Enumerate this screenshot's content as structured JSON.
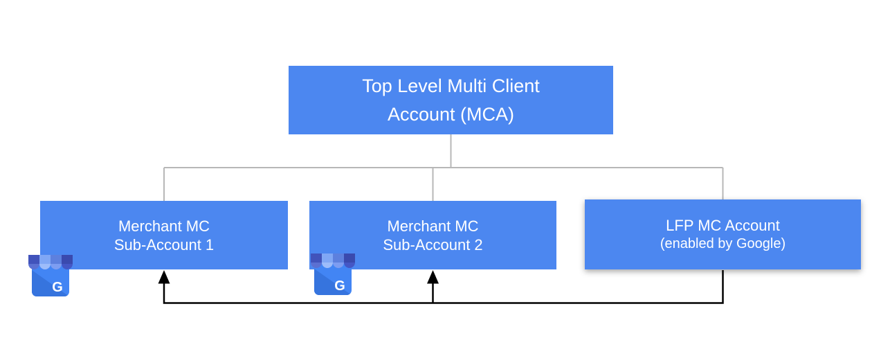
{
  "nodes": {
    "top": {
      "line1": "Top Level Multi Client",
      "line2": "Account (MCA)"
    },
    "sub1": {
      "line1": "Merchant MC",
      "line2": "Sub-Account 1"
    },
    "sub2": {
      "line1": "Merchant MC",
      "line2": "Sub-Account 2"
    },
    "lfp": {
      "line1": "LFP MC Account",
      "line2": "(enabled by Google)"
    }
  },
  "icons": {
    "business_letter": "G"
  },
  "colors": {
    "node_fill": "#4c87f0",
    "node_text": "#ffffff",
    "tree_line": "#b7b7b7",
    "flow_line": "#000000",
    "icon_body": "#4285f4",
    "icon_fold": "#3674de",
    "icon_letter": "#ffffff",
    "awning": [
      {
        "top": "#4153bb",
        "bottom": "#5b70d2"
      },
      {
        "top": "#80a7f5",
        "bottom": "#9dbcfa"
      },
      {
        "top": "#5d80de",
        "bottom": "#7d9df1"
      },
      {
        "top": "#3a4aae",
        "bottom": "#4457c5"
      }
    ]
  }
}
